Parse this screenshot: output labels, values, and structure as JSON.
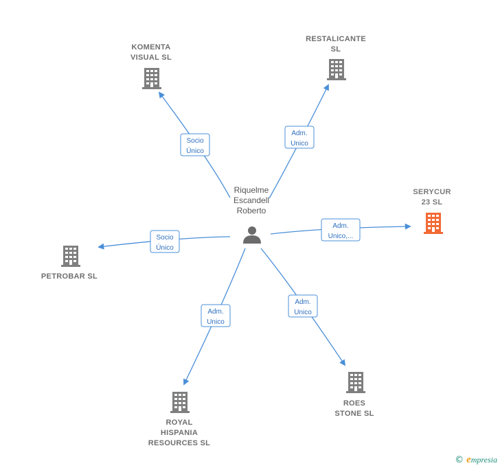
{
  "center": {
    "label_lines": [
      "Riquelme",
      "Escandell",
      "Roberto"
    ],
    "icon": "person-icon"
  },
  "companies": [
    {
      "id": "komenta",
      "label_lines": [
        "KOMENTA",
        "VISUAL SL"
      ],
      "icon": "building-icon",
      "color": "#7f7f7f",
      "highlight": false
    },
    {
      "id": "restalicante",
      "label_lines": [
        "RESTALICANTE",
        "SL"
      ],
      "icon": "building-icon",
      "color": "#7f7f7f",
      "highlight": false
    },
    {
      "id": "serycur",
      "label_lines": [
        "SERYCUR",
        "23 SL"
      ],
      "icon": "building-icon",
      "color": "#f26a35",
      "highlight": true
    },
    {
      "id": "petrobar",
      "label_lines": [
        "PETROBAR SL"
      ],
      "icon": "building-icon",
      "color": "#7f7f7f",
      "highlight": false
    },
    {
      "id": "royal",
      "label_lines": [
        "ROYAL",
        "HISPANIA",
        "RESOURCES SL"
      ],
      "icon": "building-icon",
      "color": "#7f7f7f",
      "highlight": false
    },
    {
      "id": "roes",
      "label_lines": [
        "ROES",
        "STONE SL"
      ],
      "icon": "building-icon",
      "color": "#7f7f7f",
      "highlight": false
    }
  ],
  "edges": [
    {
      "to": "komenta",
      "label_lines": [
        "Socio",
        "Único"
      ]
    },
    {
      "to": "restalicante",
      "label_lines": [
        "Adm.",
        "Unico"
      ]
    },
    {
      "to": "serycur",
      "label_lines": [
        "Adm.",
        "Unico,..."
      ]
    },
    {
      "to": "petrobar",
      "label_lines": [
        "Socio",
        "Único"
      ]
    },
    {
      "to": "royal",
      "label_lines": [
        "Adm.",
        "Unico"
      ]
    },
    {
      "to": "roes",
      "label_lines": [
        "Adm.",
        "Unico"
      ]
    }
  ],
  "colors": {
    "edge": "#4a8fd8",
    "building": "#7f7f7f",
    "highlight": "#f26a35"
  },
  "footer": {
    "copyright": "©",
    "brand_initial": "e",
    "brand_rest": "mpresia"
  }
}
